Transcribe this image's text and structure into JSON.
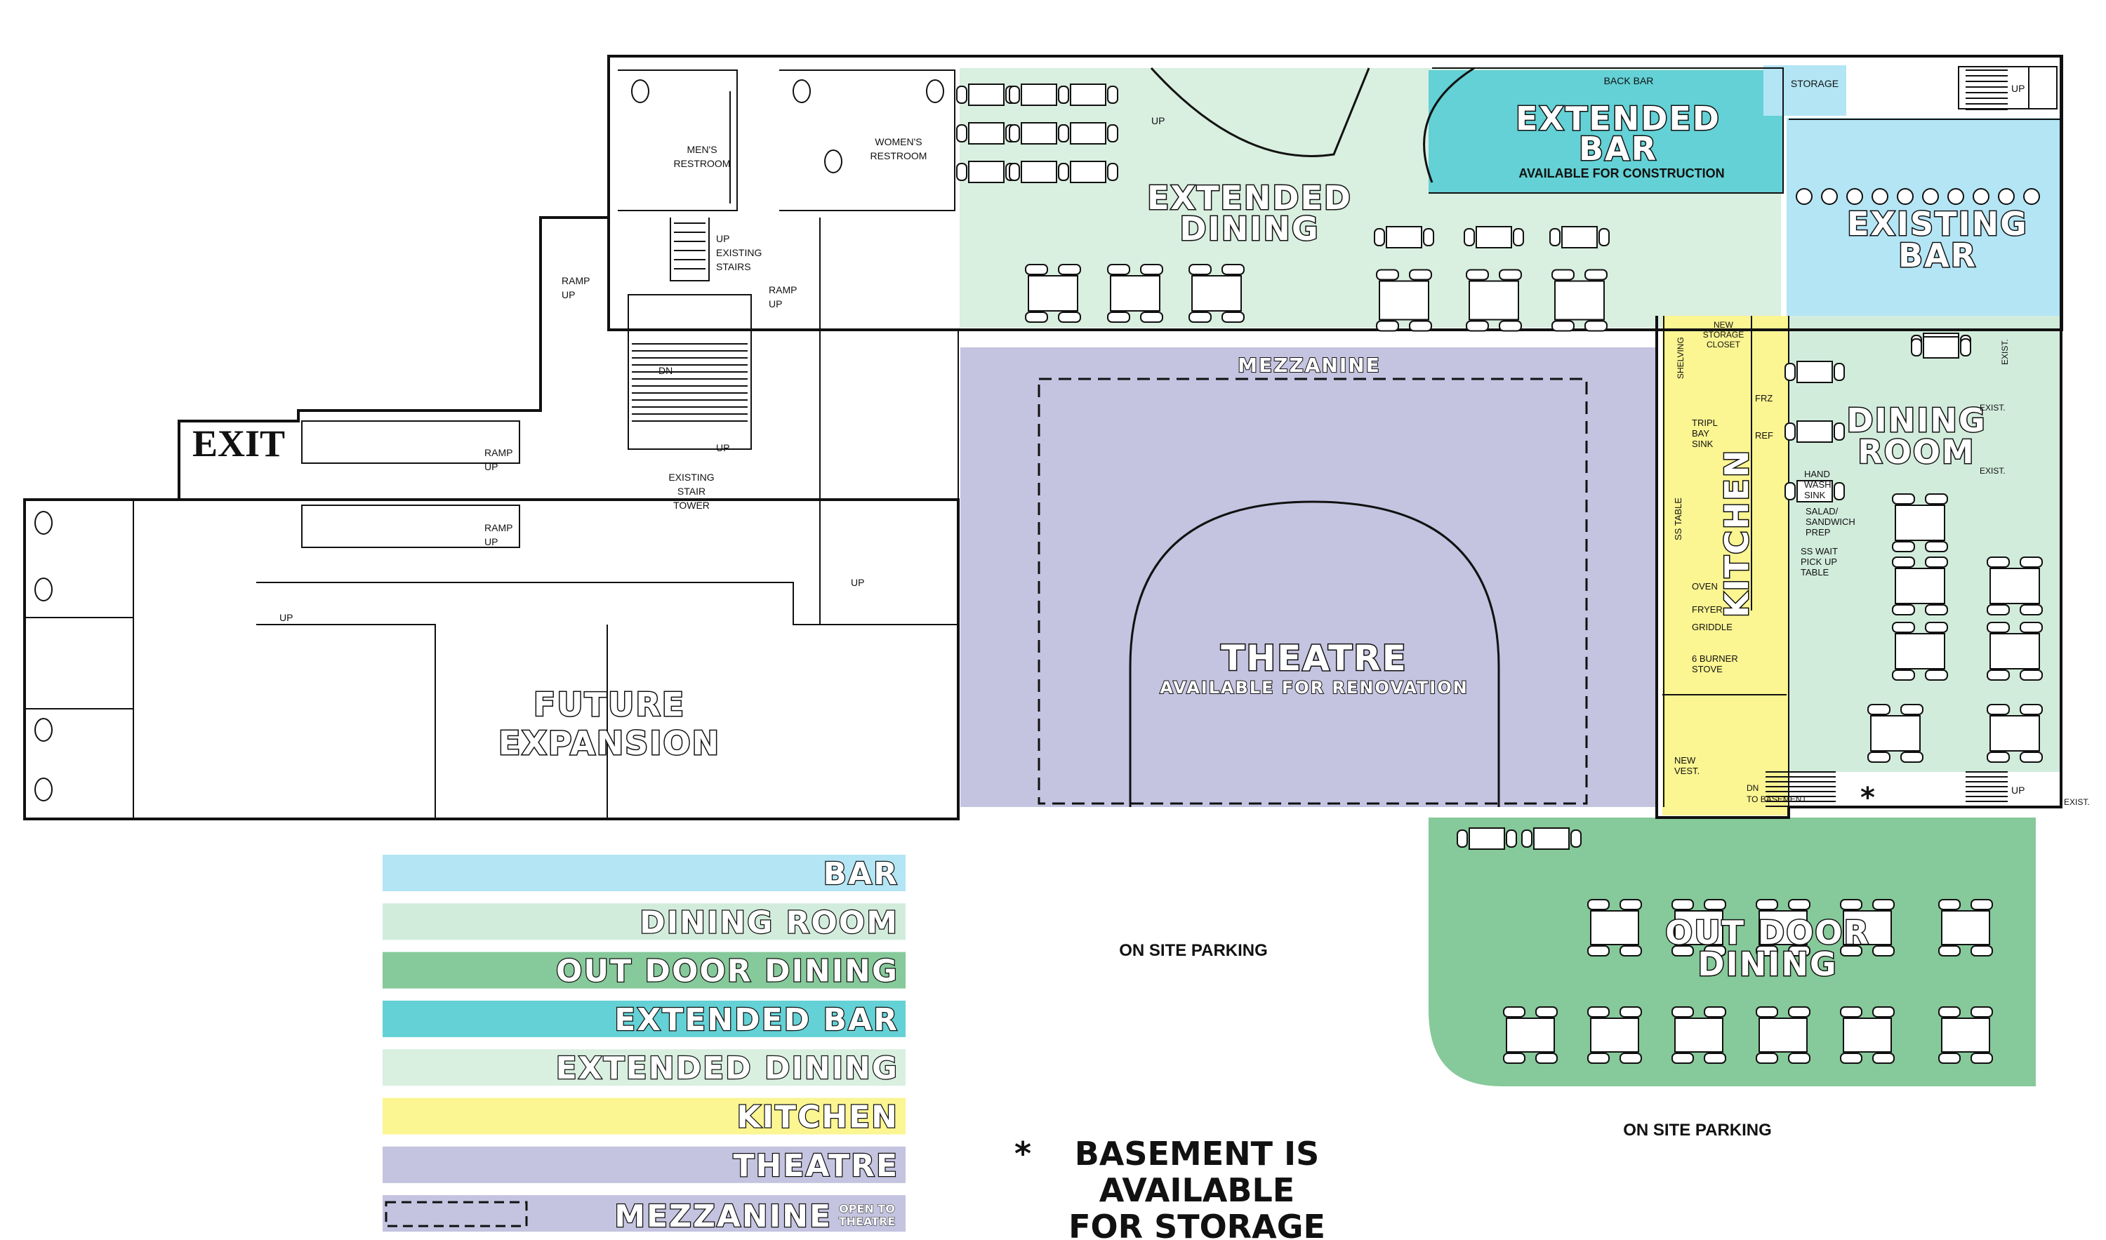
{
  "colors": {
    "bar": "#b3e5f5",
    "dining_room": "#d2ecdc",
    "out_door_dining": "#86c99a",
    "extended_bar": "#63d1d5",
    "extended_dining": "#d9efe0",
    "kitchen": "#fbf592",
    "theatre": "#c4c3e0",
    "mezzanine": "#c4c3e0"
  },
  "rooms": {
    "extended_bar_1": "EXTENDED",
    "extended_bar_2": "BAR",
    "extended_bar_note": "AVAILABLE FOR CONSTRUCTION",
    "back_bar": "BACK BAR",
    "storage": "STORAGE",
    "existing_bar_1": "EXISTING",
    "existing_bar_2": "BAR",
    "extended_dining_1": "EXTENDED",
    "extended_dining_2": "DINING",
    "mezzanine": "MEZZANINE",
    "theatre": "THEATRE",
    "theatre_note": "AVAILABLE FOR RENOVATION",
    "kitchen": "KITCHEN",
    "dining_room_1": "DINING",
    "dining_room_2": "ROOM",
    "future_expansion_1": "FUTURE",
    "future_expansion_2": "EXPANSION",
    "outdoor_dining_1": "OUT DOOR",
    "outdoor_dining_2": "DINING",
    "exit": "EXIT",
    "mens_restroom_1": "MEN'S",
    "mens_restroom_2": "RESTROOM",
    "womens_restroom_1": "WOMEN'S",
    "womens_restroom_2": "RESTROOM",
    "existing_stairs": [
      "UP",
      "EXISTING",
      "STAIRS"
    ],
    "stair_tower": [
      "EXISTING",
      "STAIR",
      "TOWER"
    ],
    "ramp_up_a": [
      "RAMP",
      "UP"
    ],
    "ramp_up_b": [
      "RAMP",
      "UP"
    ],
    "ramp_up_c": [
      "RAMP",
      "UP"
    ],
    "ramp_up_d": [
      "RAMP",
      "UP"
    ],
    "up": "UP",
    "dn": "DN",
    "new_storage_closet": [
      "NEW",
      "STORAGE",
      "CLOSET"
    ],
    "shelving": "SHELVING",
    "frz": "FRZ",
    "ref": "REF",
    "triple_bay_sink": [
      "TRIPL",
      "BAY",
      "SINK"
    ],
    "ss_table": "SS TABLE",
    "hand_wash_sink": [
      "HAND",
      "WASH",
      "SINK"
    ],
    "salad_prep": [
      "SALAD/",
      "SANDWICH",
      "PREP"
    ],
    "ss_wait": [
      "SS WAIT",
      "PICK UP",
      "TABLE"
    ],
    "oven": "OVEN",
    "fryer": "FRYER",
    "griddle": "GRIDDLE",
    "burner_stove": [
      "6 BURNER",
      "STOVE"
    ],
    "new_vest": [
      "NEW",
      "VEST."
    ],
    "dn_basement": [
      "DN",
      "TO BASEMENT"
    ],
    "exist": "EXIST.",
    "parking_1": "ON SITE PARKING",
    "parking_2": "ON SITE PARKING"
  },
  "legend": [
    {
      "label": "BAR",
      "color": "#b3e5f5"
    },
    {
      "label": "DINING ROOM",
      "color": "#d2ecdc"
    },
    {
      "label": "OUT DOOR DINING",
      "color": "#86c99a"
    },
    {
      "label": "EXTENDED BAR",
      "color": "#63d1d5"
    },
    {
      "label": "EXTENDED DINING",
      "color": "#d9efe0"
    },
    {
      "label": "KITCHEN",
      "color": "#fbf592"
    },
    {
      "label": "THEATRE",
      "color": "#c4c3e0"
    },
    {
      "label": "MEZZANINE",
      "color": "#c4c3e0",
      "sub": [
        "OPEN TO",
        "THEATRE"
      ]
    }
  ],
  "note": {
    "asterisk": "*",
    "lines": [
      "BASEMENT IS",
      "AVAILABLE",
      "FOR STORAGE"
    ]
  }
}
